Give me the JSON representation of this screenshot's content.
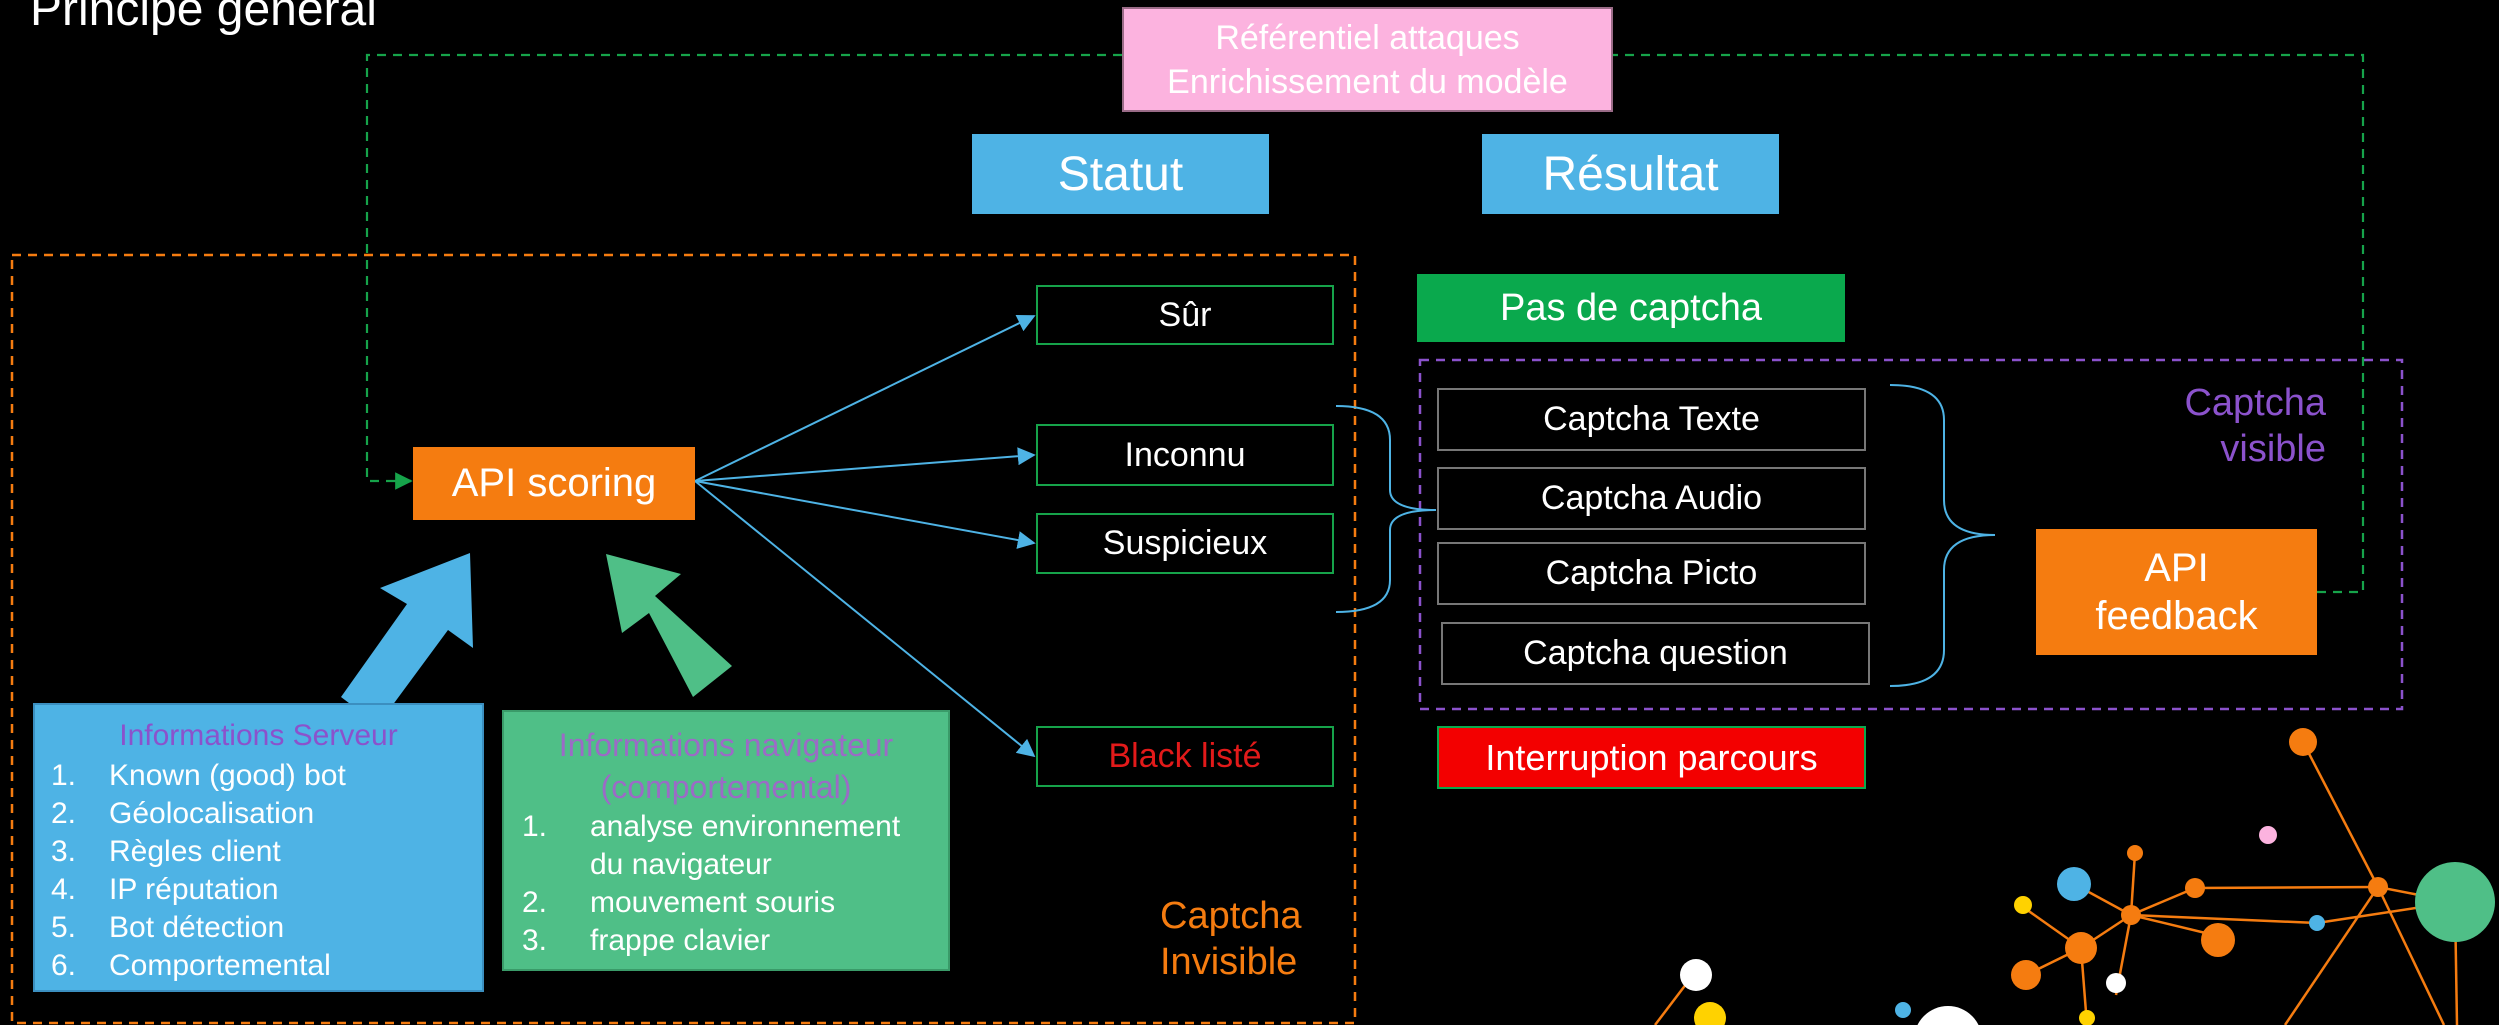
{
  "title": "Principe général",
  "referentiel": {
    "line1": "Référentiel attaques",
    "line2": "Enrichissement du modèle"
  },
  "headers": {
    "statut": "Statut",
    "resultat": "Résultat"
  },
  "api_scoring": "API scoring",
  "statuses": {
    "sur": "Sûr",
    "inconnu": "Inconnu",
    "suspicieux": "Suspicieux",
    "black": "Black listé"
  },
  "results": {
    "pas_captcha": "Pas de captcha",
    "captcha_texte": "Captcha Texte",
    "captcha_audio": "Captcha Audio",
    "captcha_picto": "Captcha Picto",
    "captcha_question": "Captcha question",
    "interruption": "Interruption parcours"
  },
  "api_feedback": {
    "line1": "API",
    "line2": "feedback"
  },
  "captcha_visible": {
    "line1": "Captcha",
    "line2": "visible"
  },
  "captcha_invisible": {
    "line1": "Captcha",
    "line2": "Invisible"
  },
  "info_serveur": {
    "title": "Informations  Serveur",
    "items": [
      {
        "num": "1.",
        "text": "Known (good) bot"
      },
      {
        "num": "2.",
        "text": "Géolocalisation"
      },
      {
        "num": "3.",
        "text": "Règles client"
      },
      {
        "num": "4.",
        "text": "IP réputation"
      },
      {
        "num": "5.",
        "text": "Bot détection"
      },
      {
        "num": "6.",
        "text": "Comportemental"
      }
    ]
  },
  "info_navigateur": {
    "title_line1": "Informations navigateur",
    "title_line2": "(comportemental)",
    "items": [
      {
        "num": "1.",
        "text": "analyse environnement",
        "text2": "du navigateur"
      },
      {
        "num": "2.",
        "text": "mouvement  souris"
      },
      {
        "num": "3.",
        "text": "frappe clavier"
      }
    ]
  },
  "colors": {
    "orange": "#f57c10",
    "blue": "#4eb3e5",
    "green": "#4fbf87",
    "purple": "#8b52cc",
    "pink": "#fcb3df",
    "red": "#f30000",
    "dark_green": "#0aa94d"
  }
}
